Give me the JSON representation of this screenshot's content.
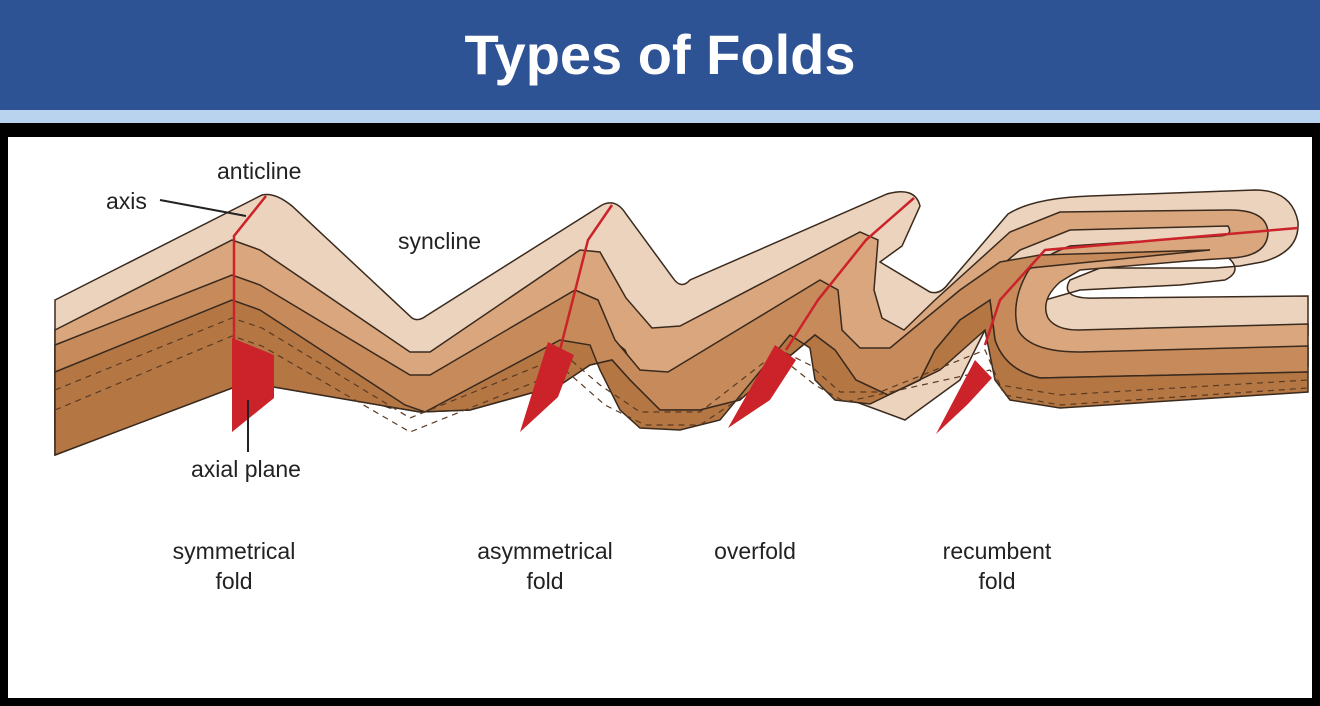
{
  "header": {
    "title": "Types of Folds"
  },
  "labels": {
    "anticline": "anticline",
    "axis": "axis",
    "syncline": "syncline",
    "axial_plane": "axial plane"
  },
  "fold_types": [
    {
      "line1": "symmetrical",
      "line2": "fold"
    },
    {
      "line1": "asymmetrical",
      "line2": "fold"
    },
    {
      "line1": "overfold",
      "line2": ""
    },
    {
      "line1": "recumbent",
      "line2": "fold"
    }
  ],
  "colors": {
    "header_bg": "#2e5395",
    "stripe": "#b9d3ee",
    "layer_top": "#ecd3bd",
    "layer_2": "#d9a67d",
    "layer_3": "#c68a5b",
    "layer_4": "#b47744",
    "axial_red": "#cc2229"
  }
}
